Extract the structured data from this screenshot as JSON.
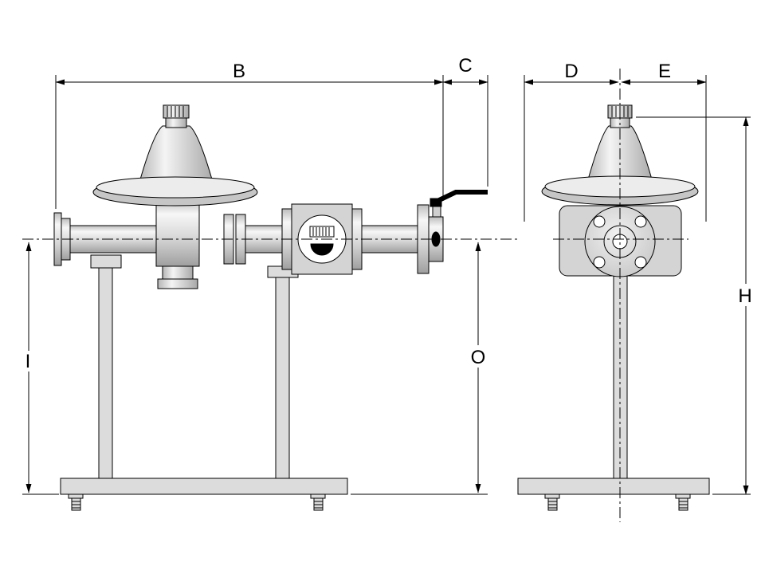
{
  "diagram": {
    "dimensions": {
      "b": "B",
      "c": "C",
      "d": "D",
      "e": "E",
      "h": "H",
      "i": "I",
      "o": "O"
    },
    "colors": {
      "line": "#000000",
      "fill_light": "#d9d9d9",
      "fill_mid": "#c6c6c6",
      "background": "#ffffff"
    }
  }
}
